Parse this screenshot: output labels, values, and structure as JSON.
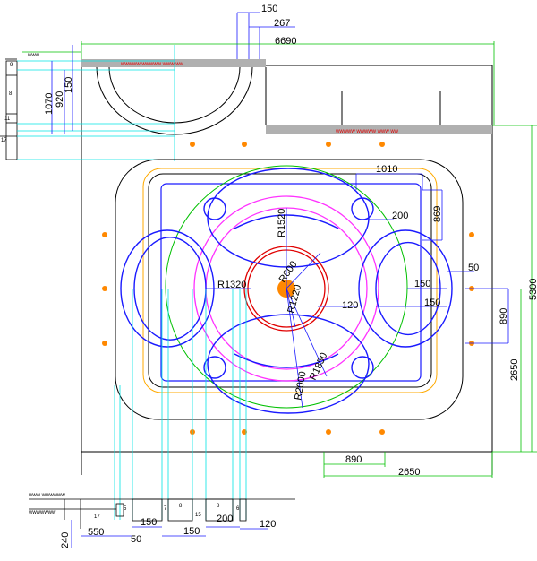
{
  "colors": {
    "background": "#ffffff",
    "outline": "#000000",
    "dimension_line": "#00c000",
    "extension_line": "#00e5e5",
    "ceiling_blue": "#1a1aff",
    "ring_magenta": "#ff33ff",
    "ring_red": "#e00000",
    "ring_green": "#00c000",
    "frame_orange": "#ffaa00",
    "light_dot": "#ff8800",
    "center_lamp": "#ff8800",
    "beam_gray": "#b0b0b0",
    "beam_marker": "#e00000",
    "dim_text_blue": "#1a1aff"
  },
  "dimensions_top": {
    "d150": "150",
    "d267": "267",
    "d6690": "6690"
  },
  "dimensions_left": {
    "d1070": "1070",
    "d920": "920",
    "d150": "150"
  },
  "dimensions_right": {
    "d1010": "1010",
    "d869": "869",
    "d200": "200",
    "d50": "50",
    "d150a": "150",
    "d150b": "150",
    "d120": "120",
    "d890v": "890",
    "d2650v": "2650",
    "d5300": "5300",
    "d890h": "890",
    "d2650h": "2650"
  },
  "radii": {
    "r1520": "R1520",
    "r1320": "R1320",
    "r600": "R600",
    "r1220": "R1220",
    "r1850": "R1850",
    "r2000": "R2000"
  },
  "dimensions_bottom": {
    "d240": "240",
    "d550": "550",
    "d50": "50",
    "d150a": "150",
    "d150b": "150",
    "d200": "200",
    "d120": "120"
  },
  "section_labels": {
    "s1": "17",
    "s2": "5",
    "s3": "7",
    "s4": "8",
    "s5": "15",
    "s6": "8",
    "s7": "6",
    "left1": "9",
    "left2": "8",
    "left3": "11",
    "left4": "17"
  }
}
